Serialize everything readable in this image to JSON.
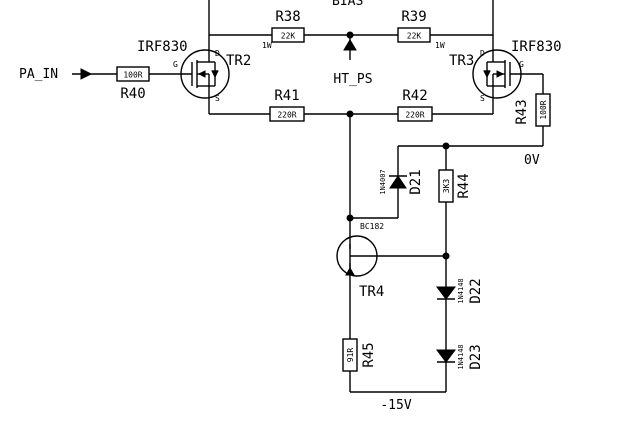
{
  "header": {
    "bias_fragment": "BIAS"
  },
  "nets": {
    "pa_in": "PA_IN",
    "ht_ps": "HT_PS",
    "zero_v": "0V",
    "neg15v": "-15V"
  },
  "components": {
    "tr2": {
      "ref": "TR2",
      "type": "IRF830",
      "gate": "G",
      "drain": "D",
      "source": "S"
    },
    "tr3": {
      "ref": "TR3",
      "type": "IRF830",
      "gate": "G",
      "drain": "D",
      "source": "S"
    },
    "tr4": {
      "ref": "TR4",
      "type": "BC182"
    },
    "r38": {
      "ref": "R38",
      "value": "22K",
      "power": "1W"
    },
    "r39": {
      "ref": "R39",
      "value": "22K",
      "power": "1W"
    },
    "r40": {
      "ref": "R40",
      "value": "100R"
    },
    "r41": {
      "ref": "R41",
      "value": "220R"
    },
    "r42": {
      "ref": "R42",
      "value": "220R"
    },
    "r43": {
      "ref": "R43",
      "value": "100R"
    },
    "r44": {
      "ref": "R44",
      "value": "3K3"
    },
    "r45": {
      "ref": "R45",
      "value": "91R"
    },
    "d21": {
      "ref": "D21",
      "type": "1N4007"
    },
    "d22": {
      "ref": "D22",
      "type": "1N4148"
    },
    "d23": {
      "ref": "D23",
      "type": "1N4148"
    }
  }
}
